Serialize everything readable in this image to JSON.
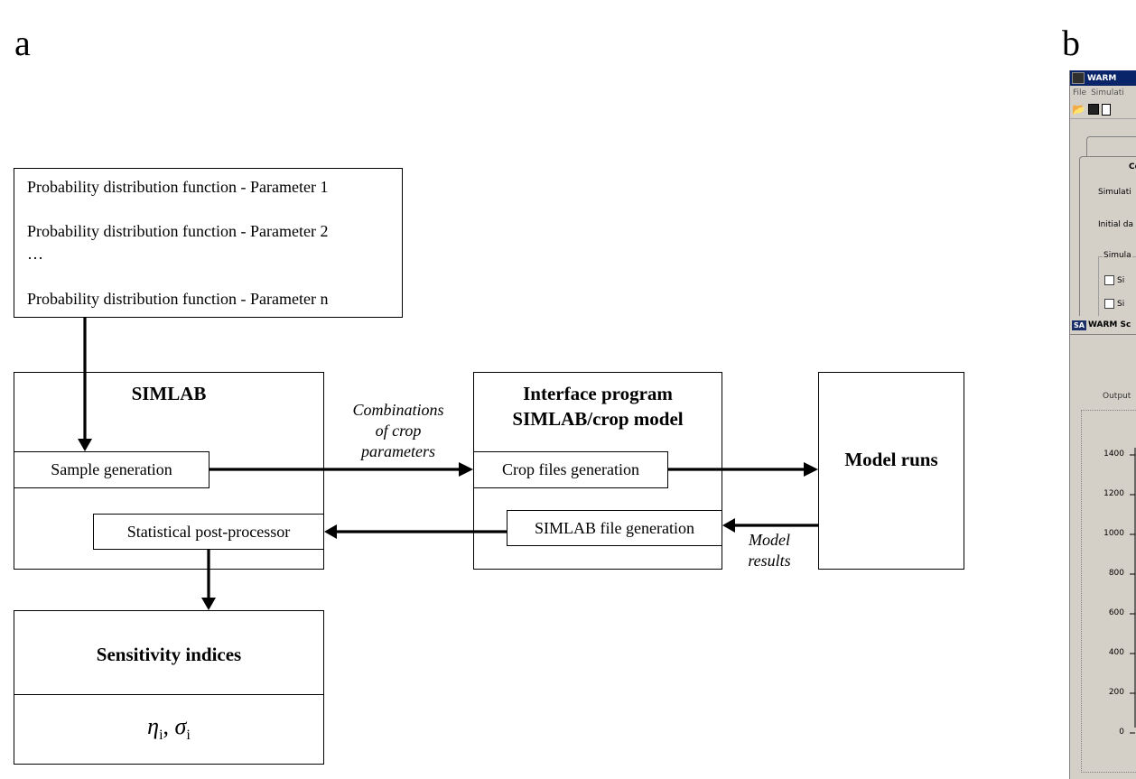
{
  "panel_labels": {
    "a": "a",
    "b": "b"
  },
  "pdf_box": {
    "lines": [
      "Probability distribution function - Parameter 1",
      "Probability distribution function - Parameter 2",
      "…",
      "Probability distribution function - Parameter n"
    ]
  },
  "simlab": {
    "title": "SIMLAB",
    "sample_generation": "Sample generation",
    "post_processor": "Statistical post-processor"
  },
  "edges": {
    "combinations": [
      "Combinations",
      "of crop",
      "parameters"
    ],
    "model_results": [
      "Model",
      "results"
    ]
  },
  "interface": {
    "title_line1": "Interface program",
    "title_line2": "SIMLAB/crop model",
    "crop_files": "Crop files generation",
    "simlab_file": "SIMLAB file generation"
  },
  "model_runs": "Model runs",
  "sensitivity": {
    "title": "Sensitivity indices",
    "eta": "η",
    "sigma": "σ",
    "sub": "i",
    "sep": ","
  },
  "screenshot": {
    "warm_title": "WARM",
    "menu": [
      "File",
      "Simulati"
    ],
    "tab_label": "Co",
    "field_simulation": "Simulati",
    "field_initial": "Initial da",
    "group_label": "Simula",
    "checkbox_1": "Si",
    "checkbox_2": "Si",
    "sa_icon": "SA",
    "sa_title": "WARM Sc",
    "output_label": "Output",
    "y_ticks": [
      "1400",
      "1200",
      "1000",
      "800",
      "600",
      "400",
      "200",
      "0"
    ],
    "colors": {
      "titlebar": "#0a246a",
      "window": "#d4d0c8"
    }
  }
}
